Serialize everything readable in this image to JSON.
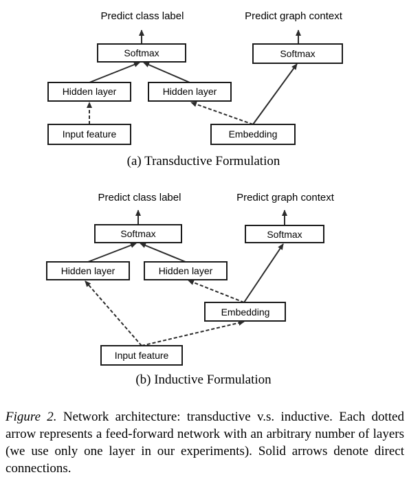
{
  "panel_a": {
    "output_left": "Predict class label",
    "output_right": "Predict graph context",
    "softmax_left": "Softmax",
    "softmax_right": "Softmax",
    "hidden_left": "Hidden layer",
    "hidden_right": "Hidden layer",
    "input": "Input feature",
    "embedding": "Embedding",
    "subcaption": "(a)  Transductive Formulation"
  },
  "panel_b": {
    "output_left": "Predict class label",
    "output_right": "Predict graph context",
    "softmax_left": "Softmax",
    "softmax_right": "Softmax",
    "hidden_left": "Hidden layer",
    "hidden_right": "Hidden layer",
    "embedding": "Embedding",
    "input": "Input feature",
    "subcaption": "(b)  Inductive Formulation"
  },
  "caption": {
    "label": "Figure 2.",
    "text": " Network architecture: transductive v.s. inductive. Each dotted arrow represents a feed-forward network with an arbitrary number of layers (we use only one layer in our experiments). Solid arrows denote direct connections."
  }
}
